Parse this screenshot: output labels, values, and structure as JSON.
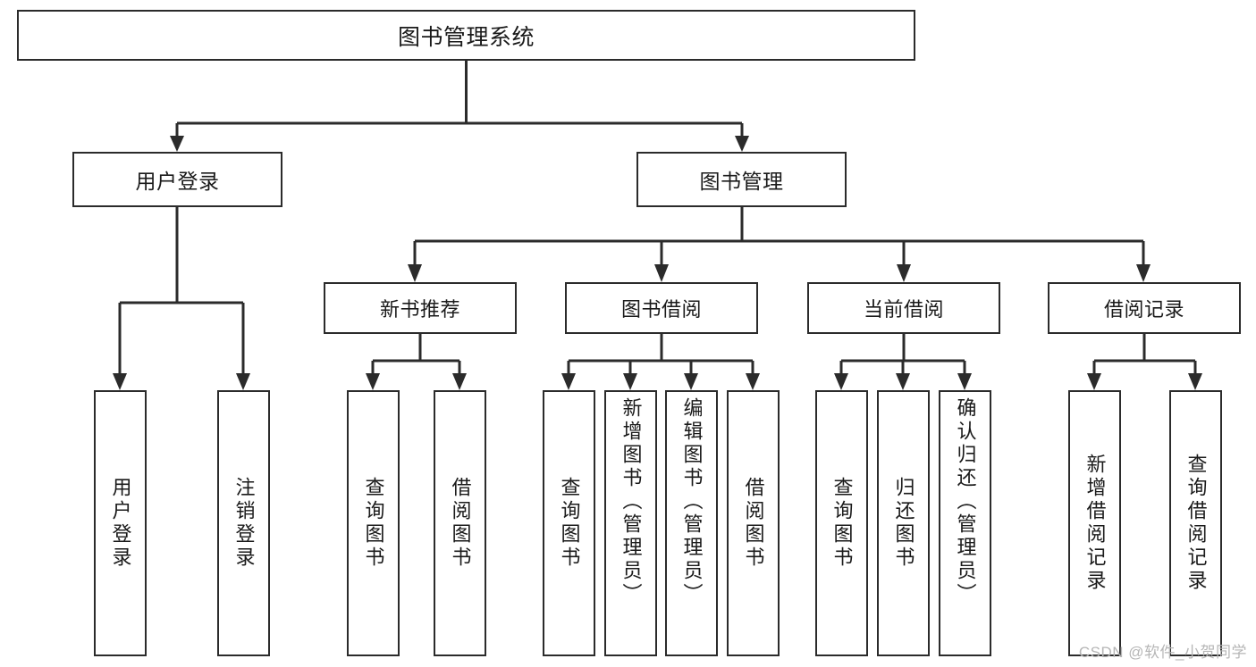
{
  "diagram": {
    "type": "tree",
    "title": "图书管理系统",
    "orientation": "top-down",
    "colors": {
      "stroke": "#2b2b2b",
      "fill": "#ffffff",
      "text": "#1a1a1a",
      "watermark": "#b6b6b6"
    },
    "root": {
      "label": "图书管理系统"
    },
    "level1": [
      {
        "label": "用户登录"
      },
      {
        "label": "图书管理"
      }
    ],
    "level2": [
      {
        "label": "新书推荐"
      },
      {
        "label": "图书借阅"
      },
      {
        "label": "当前借阅"
      },
      {
        "label": "借阅记录"
      }
    ],
    "leaves": {
      "user_login": [
        {
          "label": "用户登录"
        },
        {
          "label": "注销登录"
        }
      ],
      "new_book_recommend": [
        {
          "label": "查询图书"
        },
        {
          "label": "借阅图书"
        }
      ],
      "book_borrow": [
        {
          "label": "查询图书"
        },
        {
          "label": "新增图书（管理员）"
        },
        {
          "label": "编辑图书（管理员）"
        },
        {
          "label": "借阅图书"
        }
      ],
      "current_borrow": [
        {
          "label": "查询图书"
        },
        {
          "label": "归还图书"
        },
        {
          "label": "确认归还（管理员）"
        }
      ],
      "borrow_record": [
        {
          "label": "新增借阅记录"
        },
        {
          "label": "查询借阅记录"
        }
      ]
    }
  },
  "watermark": {
    "text": "CSDN @软件_小贺同学"
  }
}
